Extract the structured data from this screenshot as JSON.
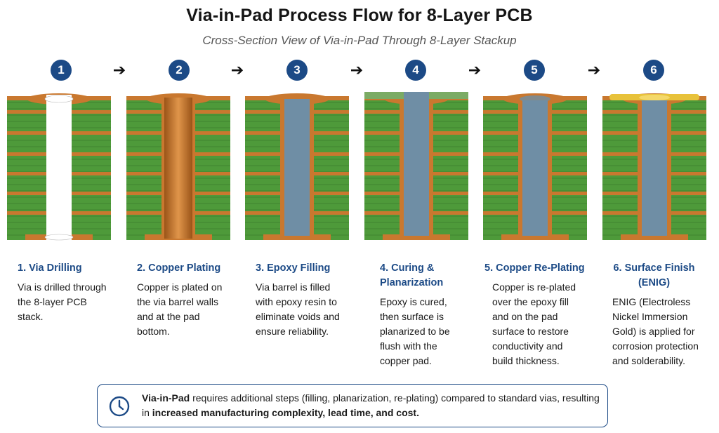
{
  "title": "Via-in-Pad Process Flow for 8-Layer PCB",
  "subtitle": "Cross-Section View of Via-in-Pad Through 8-Layer Stackup",
  "arrow_glyph": "➔",
  "colors": {
    "accent": "#1c4a86",
    "board": "#4e9a3a",
    "copper": "#c9782f",
    "epoxy": "#6f8ea5",
    "gold": "#e8c23a"
  },
  "steps": [
    {
      "number": "1",
      "title": "1. Via Drilling",
      "desc": "Via is drilled through the 8-layer PCB stack.",
      "stage": "drill",
      "icon": "drilled-via-icon"
    },
    {
      "number": "2",
      "title": "2. Copper Plating",
      "desc": "Copper is plated on the via barrel walls and at the pad bottom.",
      "stage": "plate",
      "icon": "copper-plated-via-icon"
    },
    {
      "number": "3",
      "title": "3. Epoxy Filling",
      "desc": "Via barrel is filled with epoxy resin to eliminate voids and ensure reliability.",
      "stage": "fill",
      "icon": "epoxy-filled-via-icon"
    },
    {
      "number": "4",
      "title": "4. Curing & Planarization",
      "desc": "Epoxy is cured, then surface is planarized to be flush with the copper pad.",
      "stage": "planarize",
      "icon": "planarized-via-icon"
    },
    {
      "number": "5",
      "title": "5. Copper Re-Plating",
      "desc": "Copper is re-plated over the epoxy fill and on the pad surface to restore conductivity and build thickness.",
      "stage": "replate",
      "icon": "replated-via-icon"
    },
    {
      "number": "6",
      "title": "6. Surface Finish (ENIG)",
      "desc": "ENIG (Electroless Nickel Immersion Gold) is applied for corrosion protection and solderability.",
      "stage": "finish",
      "icon": "enig-finished-via-icon"
    }
  ],
  "note": {
    "icon": "clock-icon",
    "lead_bold": "Via-in-Pad",
    "text_1": " requires additional steps (filling, planarization, re-plating) compared to standard vias, resulting in ",
    "bold_2": "increased manufacturing complexity, lead time, and cost."
  }
}
